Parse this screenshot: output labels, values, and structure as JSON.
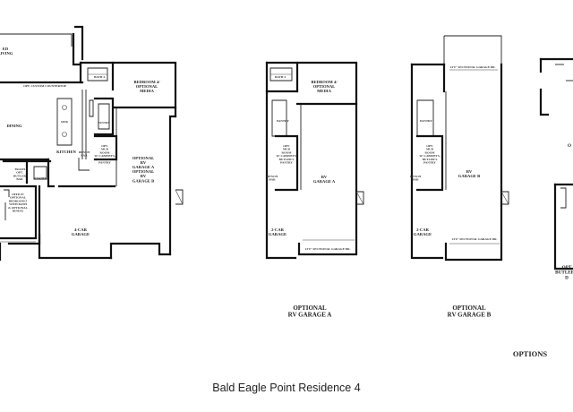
{
  "caption": "Bald Eagle Point Residence 4",
  "main_plan": {
    "covered_living": "ED\nLIVING",
    "bath": "BATH 4",
    "bedroom": "BEDROOM 4/\nOPTIONAL\nMEDIA",
    "dining": "DINING",
    "kitchen": "KITCHEN",
    "pantry": "PANTRY",
    "laundry": "OPT.\nMUD\nROOM\nW/ CABINETS,\nBUTLER'S\nPANTRY",
    "mud": "TRASH\nOPT.\nBUTLER\nBAR",
    "powder": "POWDER",
    "office": "OFFICE/\nOPTIONAL\nBEDROOM 5\nWITH BATH\n& OPTIONAL\nDINING",
    "bench": "BENCH\nBAR",
    "four_car": "4-CAR\nGARAGE",
    "opt_rv": "OPTIONAL\nRV\nGARAGE A\nOPTIONAL\nRV\nGARAGE B",
    "island_note": "OPT. CUSTOM COUNTERTOP",
    "sink": "SINK"
  },
  "option_a": {
    "bath": "BATH 4",
    "bedroom": "BEDROOM 4/\nOPTIONAL\nMEDIA",
    "pantry": "PANTRY",
    "mud": "OPT.\nMUD\nROOM\nW/ CABINETS,\nBUTLER'S\nPANTRY",
    "bench": "BENCH\nBAR",
    "two_car": "2-CAR\nGARAGE",
    "rv": "RV\nGARAGE A",
    "door_note": "14'0\" SECTIONAL GARAGE DR.",
    "title": "OPTIONAL\nRV GARAGE A"
  },
  "option_b": {
    "pantry": "PANTRY",
    "mud": "OPT.\nMUD\nROOM\nW/ CABINETS,\nBUTLER'S\nPANTRY",
    "bench": "BENCH\nBAR",
    "two_car": "2-CAR\nGARAGE",
    "rv": "RV\nGARAGE B",
    "door_top": "14'0\" SECTIONAL GARAGE DR.",
    "door_bottom": "14'0\" SECTIONAL GARAGE DR.",
    "title": "OPTIONAL\nRV GARAGE B"
  },
  "options_section": {
    "opt_partial": "O",
    "butler_partial": "OPT\nBUTLER'S\nD",
    "heading": "OPTIONS"
  }
}
